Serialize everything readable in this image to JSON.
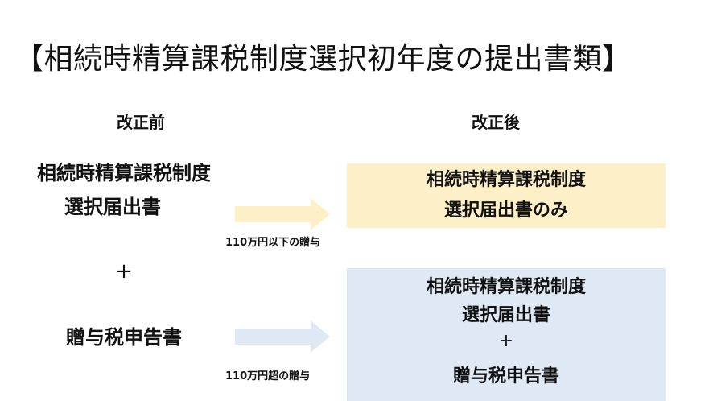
{
  "title": "【相続時精算課税制度選択初年度の提出書類】",
  "before": {
    "heading": "改正前",
    "form1_line1": "相続時精算課税制度",
    "form1_line2": "選択届出書",
    "plus": "+",
    "form2": "贈与税申告書"
  },
  "after": {
    "heading": "改正後",
    "case1_line1": "相続時精算課税制度",
    "case1_line2": "選択届出書のみ",
    "case2_line1": "相続時精算課税制度",
    "case2_line2": "選択届出書",
    "case2_plus": "+",
    "case2_line3": "贈与税申告書"
  },
  "arrows": {
    "upper_label": "110万円以下の贈与",
    "lower_label": "110万円超の贈与"
  },
  "colors": {
    "upper_box": "#fdefc8",
    "upper_arrow": "#fdefc8",
    "lower_box": "#dfe9f6",
    "lower_arrow": "#dfe9f6"
  }
}
